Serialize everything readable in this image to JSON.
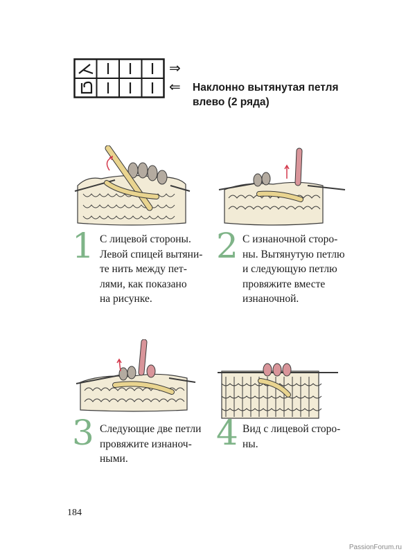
{
  "header": {
    "title_lines": [
      "Наклонно вытянутая петля",
      "влево (2 ряда)"
    ],
    "arrow_right": "⇒",
    "arrow_left": "⇐"
  },
  "steps": [
    {
      "number": "1",
      "lines": [
        "С лицевой стороны.",
        "Левой спицей вытяни-",
        "те нить между пет-",
        "лями, как показано",
        "на рисунке."
      ]
    },
    {
      "number": "2",
      "lines": [
        "С изнаночной сторо-",
        "ны. Вытянутую петлю",
        "и следующую петлю",
        "провяжите вместе",
        "изнаночной."
      ]
    },
    {
      "number": "3",
      "lines": [
        "Следующие две петли",
        "провяжите изнаноч-",
        "ными."
      ]
    },
    {
      "number": "4",
      "lines": [
        "Вид с лицевой сторо-",
        "ны."
      ]
    }
  ],
  "footer": {
    "page_number": "184",
    "watermark": "PassionForum.ru"
  },
  "colors": {
    "step_number": "#7fb488",
    "yarn_cream": "#f2ebd6",
    "needle_yellow": "#e9d48f",
    "loop_pink": "#d9959a",
    "loop_gray": "#b4aba0"
  }
}
